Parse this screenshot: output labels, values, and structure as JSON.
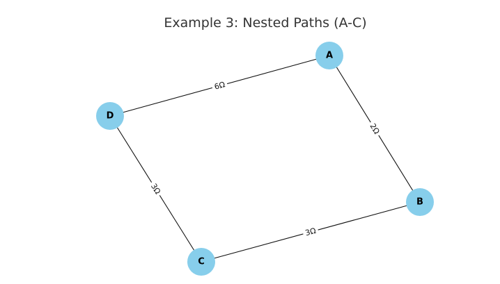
{
  "title": "Example 3: Nested Paths (A-C)",
  "colors": {
    "node_fill": "#87CEEB",
    "edge": "#111111",
    "title": "#333333"
  },
  "nodes": [
    {
      "id": "A",
      "label": "A"
    },
    {
      "id": "B",
      "label": "B"
    },
    {
      "id": "C",
      "label": "C"
    },
    {
      "id": "D",
      "label": "D"
    }
  ],
  "edges": [
    {
      "from": "D",
      "to": "A",
      "label": "6Ω"
    },
    {
      "from": "A",
      "to": "B",
      "label": "2Ω"
    },
    {
      "from": "B",
      "to": "C",
      "label": "3Ω"
    },
    {
      "from": "C",
      "to": "D",
      "label": "3Ω"
    }
  ]
}
